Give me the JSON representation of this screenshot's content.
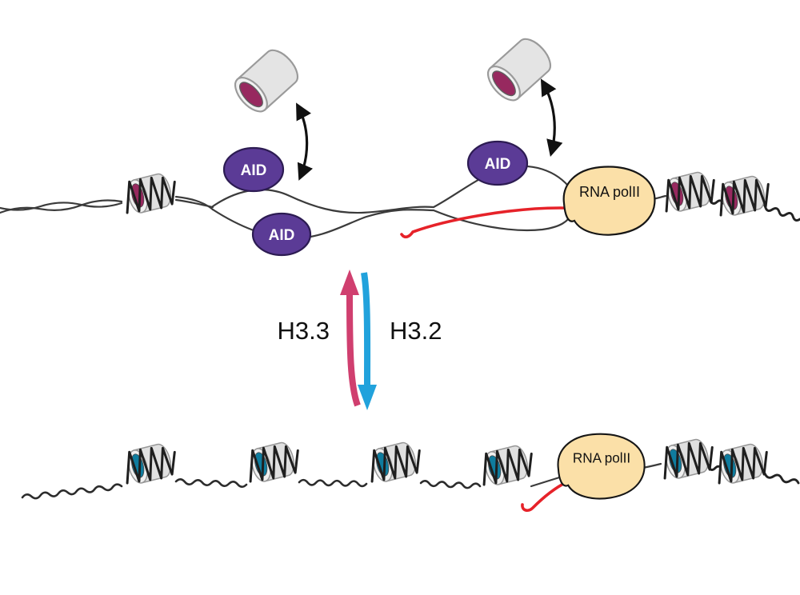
{
  "labels": {
    "aid": "AID",
    "rna_polii": "RNA polII",
    "h33": "H3.3",
    "h32": "H3.2"
  },
  "colors": {
    "histone_old_disc": "#97295f",
    "histone_new_disc": "#0f7c9e",
    "aid_fill": "#5b3b96",
    "aid_stroke": "#2c1b52",
    "rna_polii_fill": "#fbe0a8",
    "rna_transcript": "#e62229",
    "h33_arrow": "#d03f6f",
    "h32_arrow": "#21a2dc",
    "dna": "#3b3b3b"
  }
}
